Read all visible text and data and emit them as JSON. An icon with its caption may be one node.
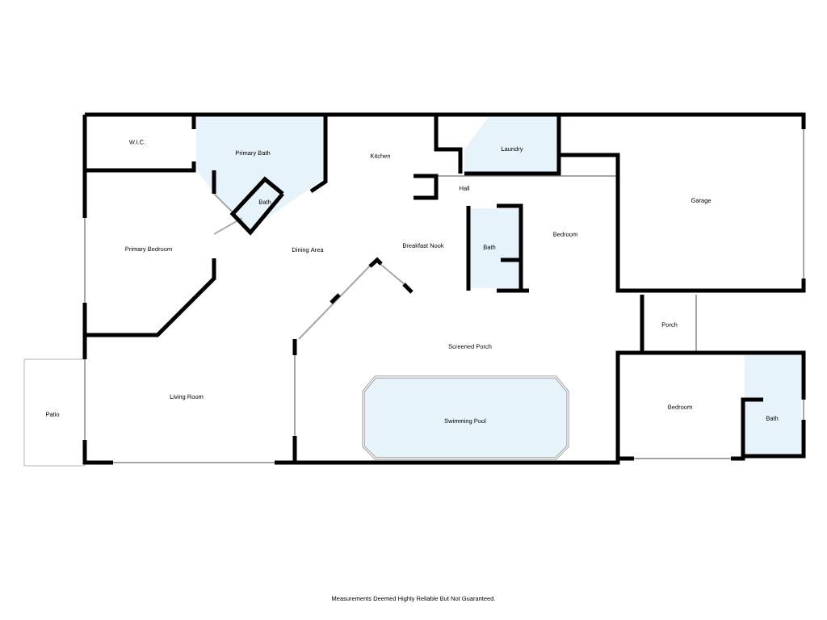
{
  "diagram": {
    "caption": "Measurements Deemed Highly Reliable But Not Guaranteed.",
    "labels": [
      "W.I.C.",
      "Primary Bath",
      "Kitchen",
      "Laundry",
      "Hall",
      "Bath",
      "Garage",
      "Primary Bedroom",
      "Dining Area",
      "Breakfast Nook",
      "Bath",
      "Bedroom",
      "Porch",
      "Screened Porch",
      "Patio",
      "Living Room",
      "Bedroom",
      "Swimming Pool",
      "Bath"
    ]
  }
}
